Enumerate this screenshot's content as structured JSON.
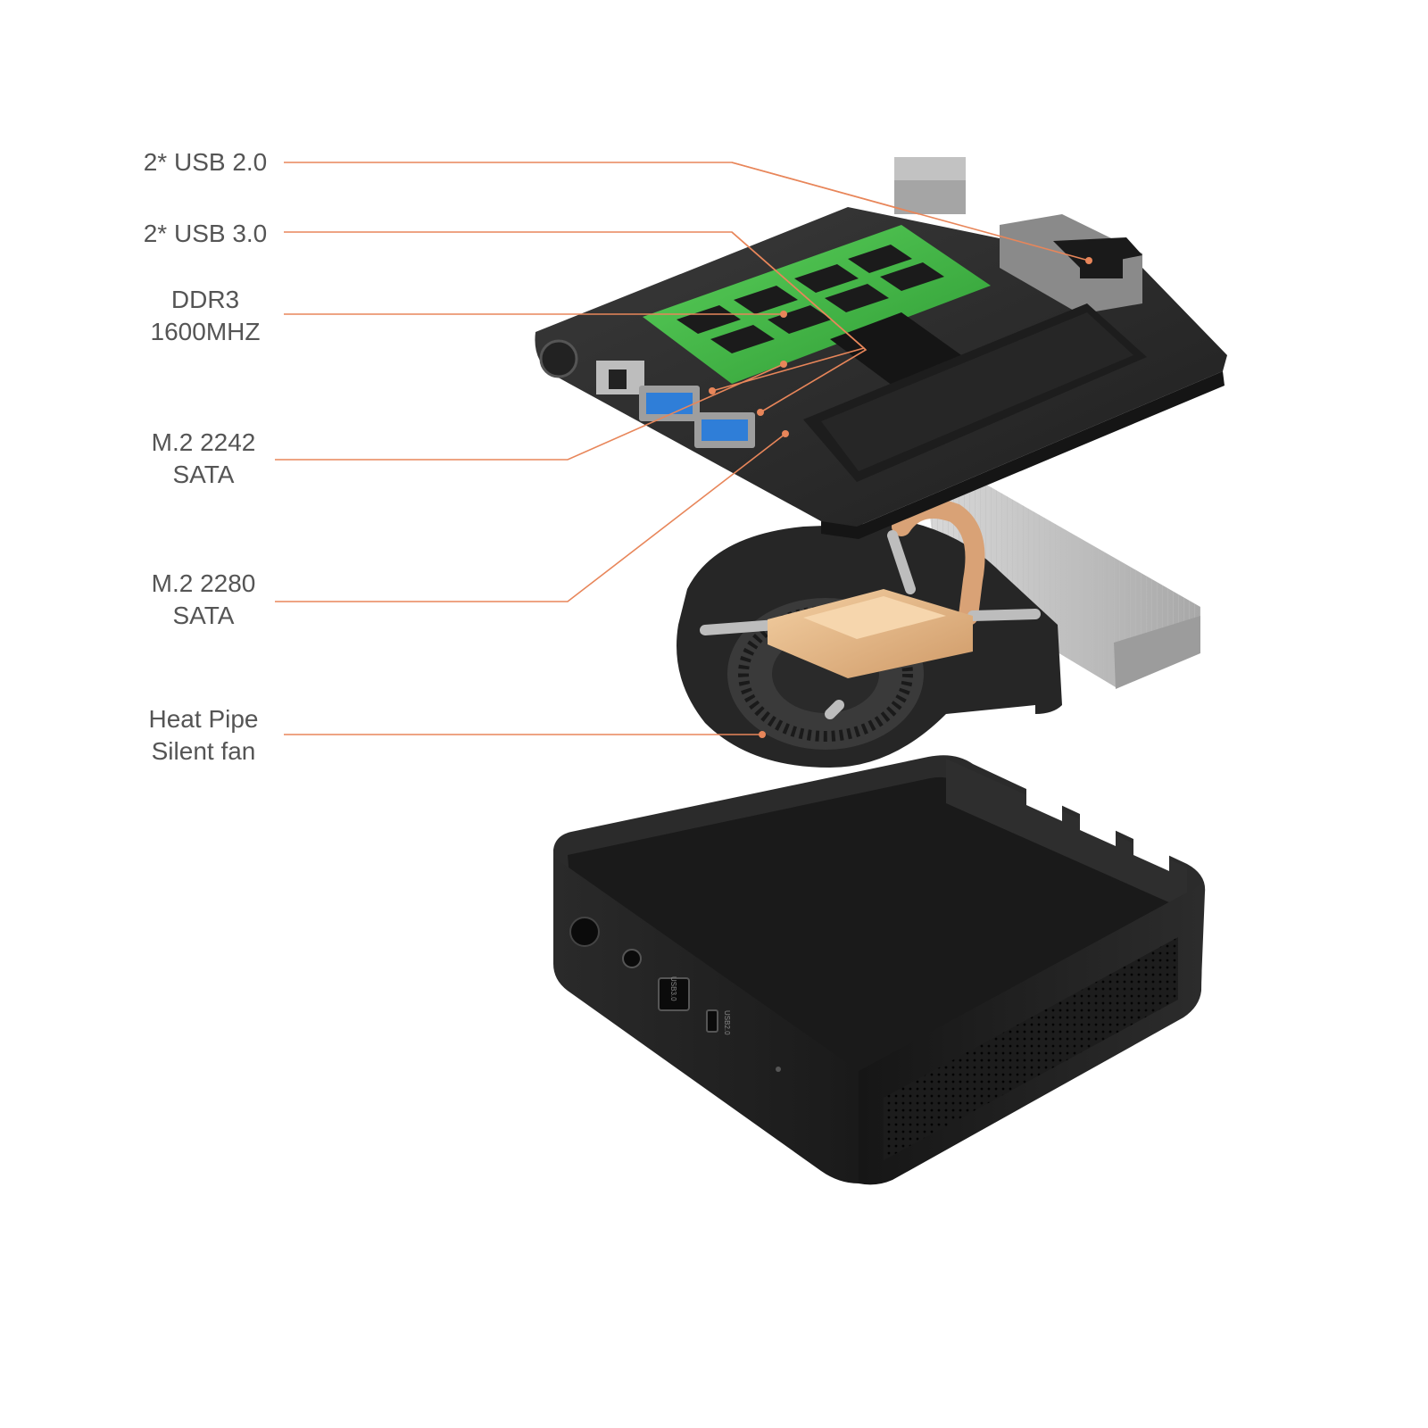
{
  "accent_color": "#e8865a",
  "callouts": [
    {
      "id": "usb2",
      "lines": [
        "2* USB 2.0"
      ],
      "target": "usb-2-ports"
    },
    {
      "id": "usb3",
      "lines": [
        "2* USB 3.0"
      ],
      "target": "usb-3-ports"
    },
    {
      "id": "ddr3",
      "lines": [
        "DDR3",
        "1600MHZ"
      ],
      "target": "ddr3-memory"
    },
    {
      "id": "m2-2242",
      "lines": [
        "M.2 2242",
        "SATA"
      ],
      "target": "m2-2242-slot"
    },
    {
      "id": "m2-2280",
      "lines": [
        "M.2 2280",
        "SATA"
      ],
      "target": "m2-2280-slot"
    },
    {
      "id": "heatpipe",
      "lines": [
        "Heat Pipe",
        "Silent fan"
      ],
      "target": "cooling-fan"
    }
  ],
  "case_port_labels": [
    "USB3.0",
    "USB2.0"
  ]
}
